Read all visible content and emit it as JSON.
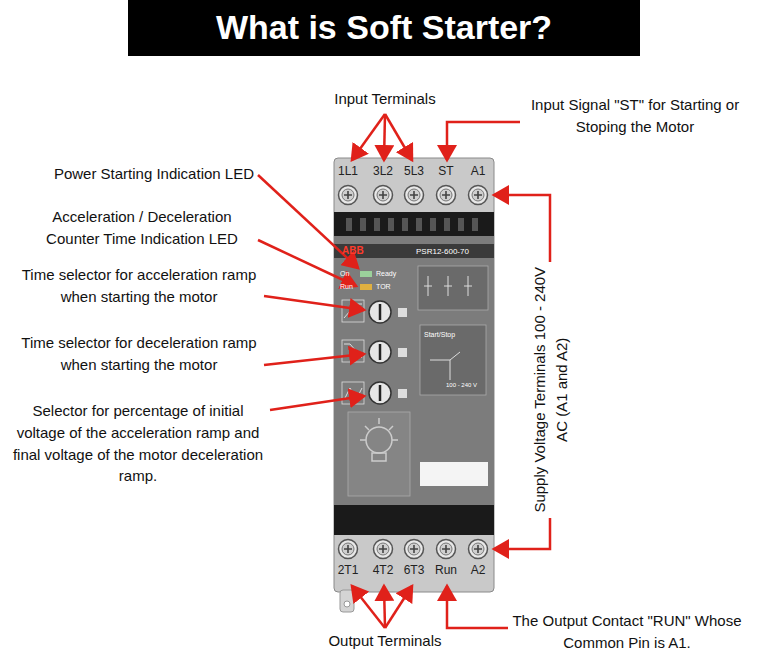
{
  "diagram": {
    "title": "What is Soft Starter?",
    "labels": [
      "Input Terminals",
      "Input Signal \"ST\" for Starting or Stoping the Motor",
      "Power Starting Indication LED",
      "Acceleration / Deceleration Counter Time Indication LED",
      "Time selector for acceleration ramp when starting the motor",
      "Time selector for deceleration ramp when starting the motor",
      "Selector for percentage of initial voltage of the acceleration ramp and final voltage of the motor deceleration ramp.",
      "Supply Voltage Terminals 100 - 240V AC (A1 and A2)",
      "Output Terminals",
      "The Output Contact \"RUN\" Whose Common Pin is A1.",
      "1L1",
      "3L2",
      "5L3",
      "ST",
      "A1",
      "ABB",
      "PSR12-600-70",
      "On",
      "Ready",
      "Run",
      "TOR",
      "Start/Stop",
      "100 - 240 V",
      "2T1",
      "4T2",
      "6T3",
      "Run",
      "A2"
    ]
  }
}
